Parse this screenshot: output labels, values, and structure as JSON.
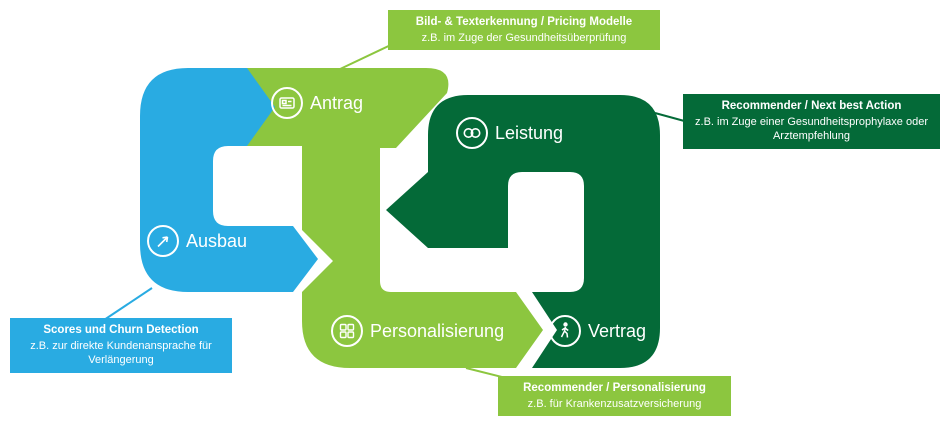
{
  "colors": {
    "cyan": "#29abe2",
    "light_green": "#8cc63f",
    "dark_green": "#046a38",
    "label_text": "#ffffff"
  },
  "diagram": {
    "stages": [
      {
        "id": "antrag",
        "label": "Antrag",
        "icon": "id-card-icon"
      },
      {
        "id": "leistung",
        "label": "Leistung",
        "icon": "chain-links-icon"
      },
      {
        "id": "ausbau",
        "label": "Ausbau",
        "icon": "compass-arrow-icon"
      },
      {
        "id": "personalisierung",
        "label": "Personalisierung",
        "icon": "grid-icon"
      },
      {
        "id": "vertrag",
        "label": "Vertrag",
        "icon": "walking-person-icon"
      }
    ]
  },
  "callouts": {
    "top": {
      "title": "Bild- & Texterkennung / Pricing Modelle",
      "body": "z.B. im Zuge der Gesundheitsüberprüfung"
    },
    "right": {
      "title": "Recommender / Next best Action",
      "body": "z.B. im Zuge einer Gesundheitsprophylaxe oder Arztempfehlung"
    },
    "bottom_left": {
      "title": "Scores und Churn Detection",
      "body": "z.B. zur direkte Kundenansprache für Verlängerung"
    },
    "bottom": {
      "title": "Recommender / Personalisierung",
      "body": "z.B. für Krankenzusatzversicherung"
    }
  }
}
